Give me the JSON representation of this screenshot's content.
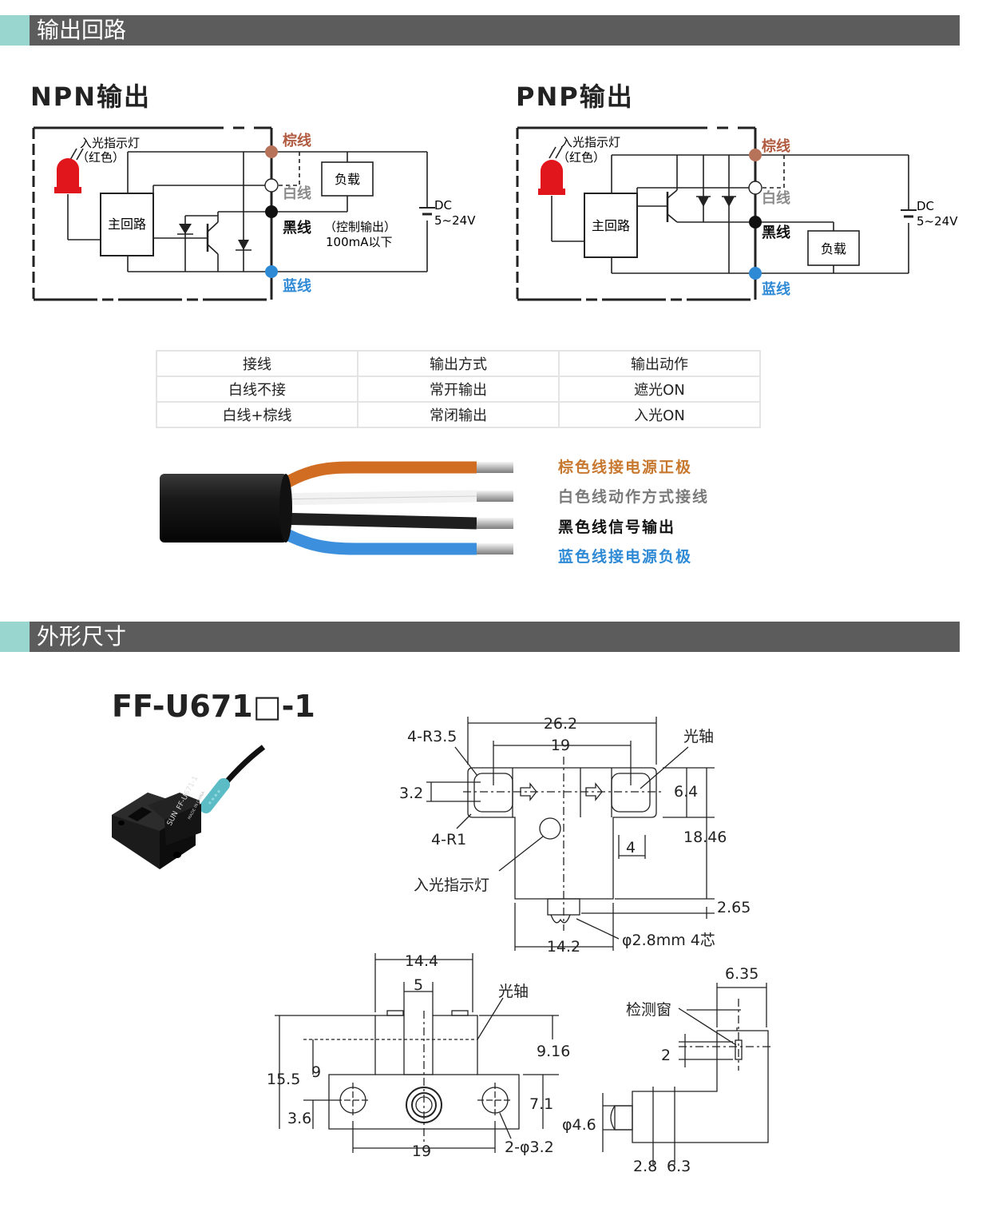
{
  "sections": {
    "output_circuit": "输出回路",
    "dimensions": "外形尺寸"
  },
  "npn": {
    "heading": "NPN输出",
    "indicator_label_1": "入光指示灯",
    "indicator_label_2": "（红色）",
    "main_circuit": "主回路",
    "load": "负载",
    "brown": "棕线",
    "white": "白线",
    "black": "黑线",
    "control_output": "（控制输出）",
    "current": "100mA以下",
    "blue": "蓝线",
    "dc": "DC",
    "voltage": "5~24V"
  },
  "pnp": {
    "heading": "PNP输出",
    "indicator_label_1": "入光指示灯",
    "indicator_label_2": "（红色）",
    "main_circuit": "主回路",
    "load": "负载",
    "brown": "棕线",
    "white": "白线",
    "black": "黑线",
    "blue": "蓝线",
    "dc": "DC",
    "voltage": "5~24V"
  },
  "table": {
    "headers": [
      "接线",
      "输出方式",
      "输出动作"
    ],
    "rows": [
      [
        "白线不接",
        "常开输出",
        "遮光ON"
      ],
      [
        "白线+棕线",
        "常闭输出",
        "入光ON"
      ]
    ]
  },
  "wires": [
    {
      "text": "棕色线接电源正极",
      "color": "#c8782e"
    },
    {
      "text": "白色线动作方式接线",
      "color": "#7a7a7a"
    },
    {
      "text": "黑色线信号输出",
      "color": "#111111"
    },
    {
      "text": "蓝色线接电源负极",
      "color": "#2f8ad6"
    }
  ],
  "model": "FF-U671□-1",
  "sensor_print": {
    "line1": "FF-U671-1",
    "line2": "SUN",
    "line3": "MADE IN CHINA"
  },
  "dims": {
    "d_26_2": "26.2",
    "d_19_top": "19",
    "d_4_r3_5": "4-R3.5",
    "d_3_2": "3.2",
    "d_4_r1": "4-R1",
    "optical_axis_1": "光轴",
    "d_6_4": "6.4",
    "d_4": "4",
    "d_18_46": "18.46",
    "indicator": "入光指示灯",
    "d_2_65": "2.65",
    "d_14_2": "14.2",
    "cable": "φ2.8mm 4芯",
    "d_14_4": "14.4",
    "d_5": "5",
    "optical_axis_2": "光轴",
    "d_9_16": "9.16",
    "d_15_5": "15.5",
    "d_9": "9",
    "d_3_6": "3.6",
    "d_7_1": "7.1",
    "d_19_bottom": "19",
    "holes": "2-φ3.2",
    "d_6_35": "6.35",
    "window": "检测窗",
    "d_2": "2",
    "d_phi_4_6": "φ4.6",
    "d_2_8": "2.8",
    "d_6_3": "6.3"
  },
  "colors": {
    "brown_dot": "#b7735a",
    "brown_text": "#b05a40",
    "blue_dot": "#2f8ad6",
    "red_led": "#e0161c",
    "bar": "#5c5c5c",
    "accent": "#98d6cf"
  }
}
